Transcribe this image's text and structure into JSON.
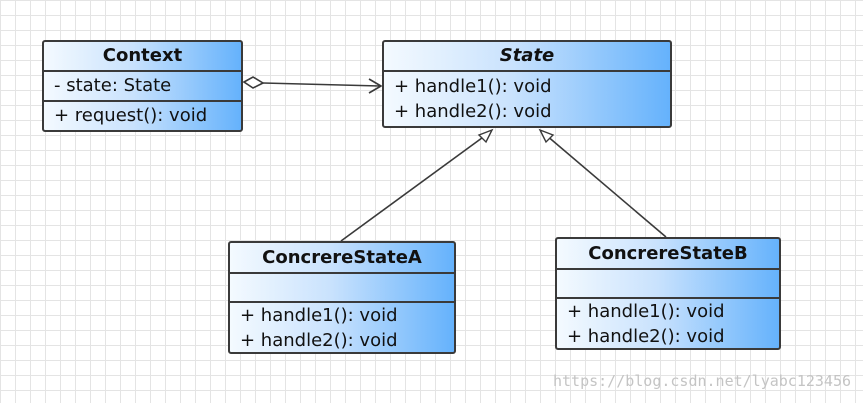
{
  "classes": {
    "context": {
      "name": "Context",
      "attributes": [
        "- state: State"
      ],
      "operations": [
        "+ request(): void"
      ]
    },
    "state": {
      "name": "State",
      "attributes": [],
      "operations": [
        "+ handle1(): void",
        "+ handle2(): void"
      ]
    },
    "concrete_a": {
      "name": "ConcrereStateA",
      "attributes": [],
      "operations": [
        "+ handle1(): void",
        "+ handle2(): void"
      ]
    },
    "concrete_b": {
      "name": "ConcrereStateB",
      "attributes": [],
      "operations": [
        "+ handle1(): void",
        "+ handle2(): void"
      ]
    }
  },
  "relationships": [
    {
      "type": "aggregation",
      "from": "Context",
      "to": "State"
    },
    {
      "type": "generalization",
      "from": "ConcrereStateA",
      "to": "State"
    },
    {
      "type": "generalization",
      "from": "ConcrereStateB",
      "to": "State"
    }
  ],
  "colors": {
    "line": "#3a3a3a",
    "box_gradient_start": "#f4faff",
    "box_gradient_end": "#65b2fc",
    "grid": "#e4e4e4",
    "watermark": "#c4c4c4"
  },
  "watermark": "https://blog.csdn.net/lyabc123456"
}
